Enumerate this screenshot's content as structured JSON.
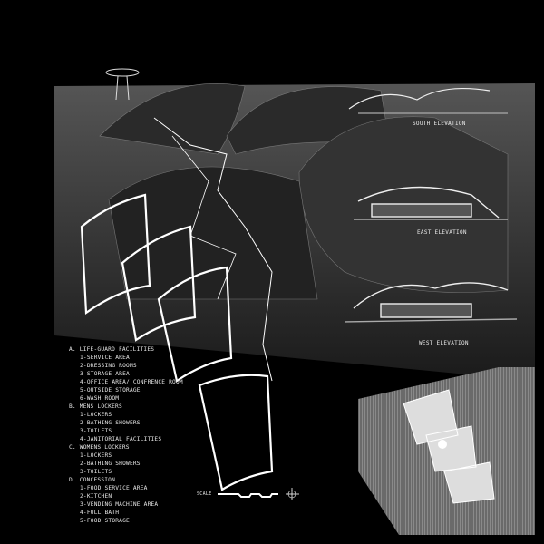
{
  "elevations": {
    "south": "SOUTH ELEVATION",
    "east": "EAST ELEVATION",
    "west": "WEST ELEVATION"
  },
  "scale_label": "SCALE",
  "legend": [
    {
      "title": "A. LIFE-GUARD FACILITIES",
      "items": [
        "1-SERVICE AREA",
        "2-DRESSING ROOMS",
        "3-STORAGE AREA",
        "4-OFFICE AREA/ CONFRENCE ROOM",
        "5-OUTSIDE STORAGE",
        "6-WASH ROOM"
      ]
    },
    {
      "title": "B. MENS LOCKERS",
      "items": [
        "1-LOCKERS",
        "2-BATHING SHOWERS",
        "3-TOILETS",
        "4-JANITORIAL FACILITIES"
      ]
    },
    {
      "title": "C. WOMENS LOCKERS",
      "items": [
        "1-LOCKERS",
        "2-BATHING SHOWERS",
        "3-TOILETS"
      ]
    },
    {
      "title": "D. CONCESSION",
      "items": [
        "1-FOOD SERVICE AREA",
        "2-KITCHEN",
        "3-VENDING MACHINE AREA",
        "4-FULL BATH",
        "5-FOOD STORAGE"
      ]
    }
  ],
  "colors": {
    "background": "#000000",
    "panel": "#3a3a3a",
    "line": "#ffffff"
  }
}
